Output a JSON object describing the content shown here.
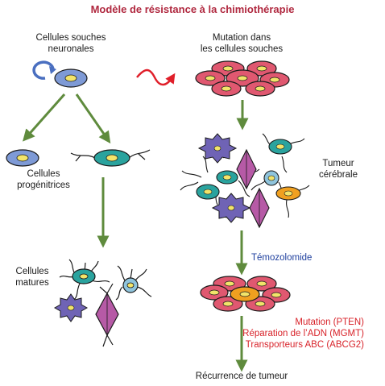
{
  "title": "Modèle de résistance à la chimiothérapie",
  "labels": {
    "stem_cells": [
      "Cellules souches",
      "neuronales"
    ],
    "progenitors": [
      "Cellules",
      "progénitrices"
    ],
    "mature": [
      "Cellules",
      "matures"
    ],
    "mutation": [
      "Mutation dans",
      "les cellules souches"
    ],
    "tumor": [
      "Tumeur",
      "cérébrale"
    ],
    "drug": "Témozolomide",
    "resistance": [
      "Mutation (PTEN)",
      "Réparation de l’ADN (MGMT)",
      "Transporteurs ABC (ABCG2)"
    ],
    "recurrence": "Récurrence de tumeur"
  },
  "colors": {
    "title": "#b0283f",
    "arrow": "#5f8b3d",
    "stem_cell": "#7e9ad6",
    "progenitor": "#2aa39e",
    "nucleus": "#f2e46a",
    "tumor_cell": "#e05870",
    "mutation_arrow": "#e01f2a",
    "drug_text": "#1e3f9e",
    "resistance_text": "#d8232a",
    "star": "#6f63b5",
    "diamond": "#b65aa6",
    "orange_cell": "#f0a020"
  },
  "icons": [
    "self-renewal-arrow-icon",
    "mutation-wave-arrow-icon"
  ]
}
